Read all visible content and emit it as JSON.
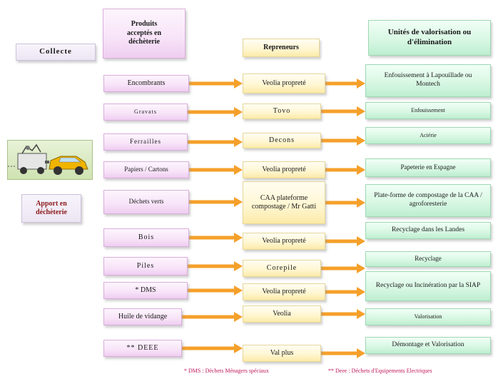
{
  "headers": {
    "collecte": "Collecte",
    "produits": "Produits acceptés en déchèterie",
    "repreneurs": "Repreneurs",
    "unites": "Unités de valorisation ou d'élimination"
  },
  "apport": "Apport en déchèterie",
  "rows": [
    {
      "product": "Encombrants",
      "repreneur": "Veolia propreté",
      "unit": "Enfouissement à Lapouillade ou Montech"
    },
    {
      "product": "Gravats",
      "repreneur": "Tovo",
      "unit": "Enfouissement"
    },
    {
      "product": "Ferrailles",
      "repreneur": "Decons",
      "unit": "Aciérie"
    },
    {
      "product": "Papiers / Cartons",
      "repreneur": "Veolia propreté",
      "unit": "Papeterie en Espagne"
    },
    {
      "product": "Déchets verts",
      "repreneur": "CAA plateforme compostage / Mr Gatti",
      "unit": "Plate-forme de compostage de la CAA / agroforesterie"
    },
    {
      "product": "Bois",
      "repreneur": "Veolia propreté",
      "unit": "Recyclage dans les Landes"
    },
    {
      "product": "Piles",
      "repreneur": "Corepile",
      "unit": "Recyclage"
    },
    {
      "product": "* DMS",
      "repreneur": "Veolia propreté",
      "unit": "Recyclage ou Incinération par la SIAP"
    },
    {
      "product": "Huile de vidange",
      "repreneur": "Veolia",
      "unit": "Valorisation"
    },
    {
      "product": "** DEEE",
      "repreneur": "Val plus",
      "unit": "Démontage et Valorisation"
    }
  ],
  "footnotes": {
    "dms": "* DMS : Déchets Ménagers spéciaux",
    "deee": "** Deee : Déchets d'Equipements Electriques"
  },
  "colors": {
    "arrow": "#f5a02a",
    "footnote": "#c2185b"
  }
}
